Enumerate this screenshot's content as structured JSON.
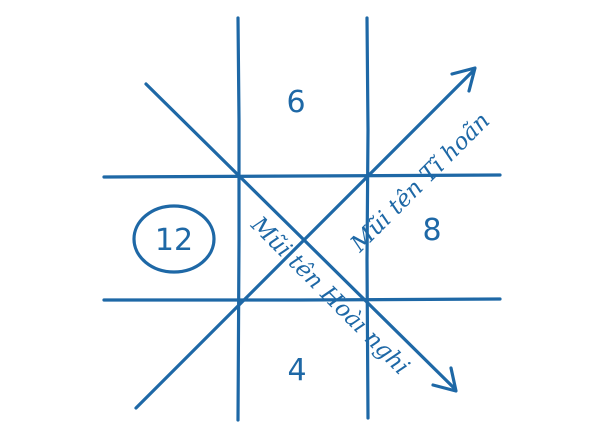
{
  "grid": {
    "cells": {
      "top": "6",
      "left": "12",
      "right": "8",
      "bottom": "4"
    }
  },
  "arrows": {
    "ascending_label": "Mũi tên Tĩ hoãn",
    "descending_label": "Mũi tên Hoài nghi"
  },
  "colors": {
    "ink": "#1e68a6",
    "background": "#ffffff"
  }
}
